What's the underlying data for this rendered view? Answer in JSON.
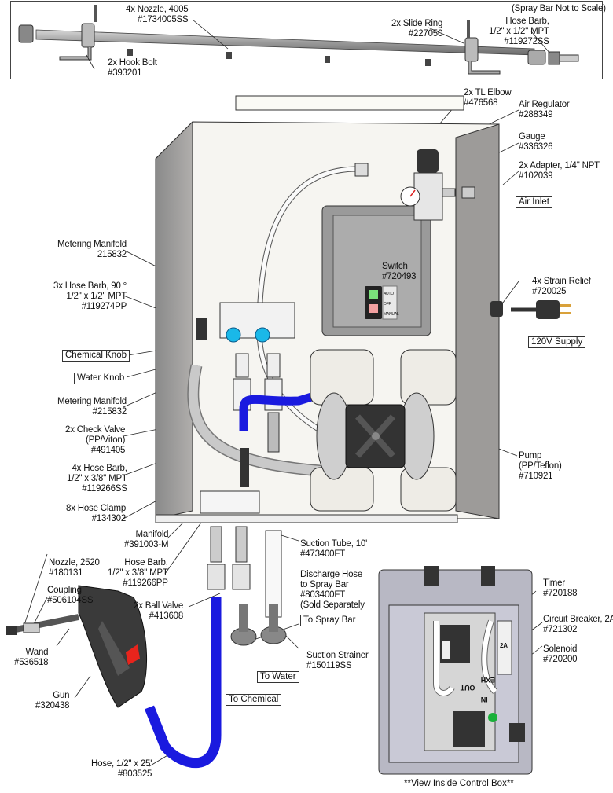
{
  "spray_bar": {
    "note": "(Spray Bar Not to Scale)",
    "labels": {
      "nozzle": [
        "4x Nozzle, 4005",
        "#1734005SS"
      ],
      "hook_bolt": [
        "2x Hook Bolt",
        "#393201"
      ],
      "slide_ring": [
        "2x Slide Ring",
        "#227050"
      ],
      "hose_barb": [
        "Hose Barb,",
        "1/2\" x 1/2\" MPT",
        "#119272SS"
      ]
    }
  },
  "left_labels": {
    "metering_manifold_top": [
      "Metering Manifold",
      "215832"
    ],
    "hose_barb_90": [
      "3x Hose Barb, 90 °",
      "1/2\" x 1/2\" MPT",
      "#119274PP"
    ],
    "chemical_knob": "Chemical Knob",
    "water_knob": "Water Knob",
    "metering_manifold": [
      "Metering Manifold",
      "#215832"
    ],
    "check_valve": [
      "2x Check Valve",
      "(PP/Viton)",
      "#491405"
    ],
    "hose_barb_4x": [
      "4x Hose Barb,",
      "1/2\" x 3/8\" MPT",
      "#119266SS"
    ],
    "hose_clamp": [
      "8x Hose Clamp",
      "#134302"
    ],
    "manifold": [
      "Manifold",
      "#391003-M"
    ],
    "hose_barb_pp": [
      "Hose Barb,",
      "1/2\" x 3/8\" MPT",
      "#119266PP"
    ],
    "ball_valve": [
      "2x Ball Valve",
      "#413608"
    ],
    "nozzle_2520": [
      "Nozzle, 2520",
      "#180131"
    ],
    "coupling": [
      "Coupling",
      "#506104SS"
    ],
    "wand": [
      "Wand",
      "#536518"
    ],
    "gun": [
      "Gun",
      "#320438"
    ],
    "hose": [
      "Hose, 1/2\" x 25'",
      "#803525"
    ]
  },
  "right_labels": {
    "tl_elbow": [
      "2x TL Elbow",
      "#476568"
    ],
    "air_regulator": [
      "Air Regulator",
      "#288349"
    ],
    "gauge": [
      "Gauge",
      "#336326"
    ],
    "adapter": [
      "2x Adapter, 1/4\" NPT",
      "#102039"
    ],
    "air_inlet": "Air Inlet",
    "switch": [
      "Switch",
      "#720493"
    ],
    "strain_relief": [
      "4x Strain Relief",
      "#720025"
    ],
    "supply": "120V Supply",
    "pump": [
      "Pump",
      "(PP/Teflon)",
      "#710921"
    ],
    "suction_tube": [
      "Suction Tube, 10'",
      "#473400FT"
    ],
    "discharge_hose": [
      "Discharge Hose",
      "to Spray Bar",
      "#803400FT",
      "(Sold Separately"
    ],
    "to_spray_bar": "To Spray Bar",
    "suction_strainer": [
      "Suction Strainer",
      "#150119SS"
    ],
    "to_water": "To Water",
    "to_chemical": "To Chemical"
  },
  "control_box": {
    "timer": [
      "Timer",
      "#720188"
    ],
    "breaker": [
      "Circuit Breaker, 2A",
      "#721302"
    ],
    "solenoid": [
      "Solenoid",
      "#720200"
    ],
    "breaker_rating": "2A",
    "port_out": "OUT",
    "port_in": "IN",
    "port_exh": "EXH",
    "caption": "**View Inside Control Box**"
  },
  "switch_panel": {
    "auto": "AUTO",
    "off": "OFF",
    "manual": "MANUAL"
  },
  "colors": {
    "hose_blue": "#1a1adf",
    "knob_cyan": "#1ab8e8",
    "trigger_red": "#e8241c",
    "indicator_green": "#19b13a"
  }
}
